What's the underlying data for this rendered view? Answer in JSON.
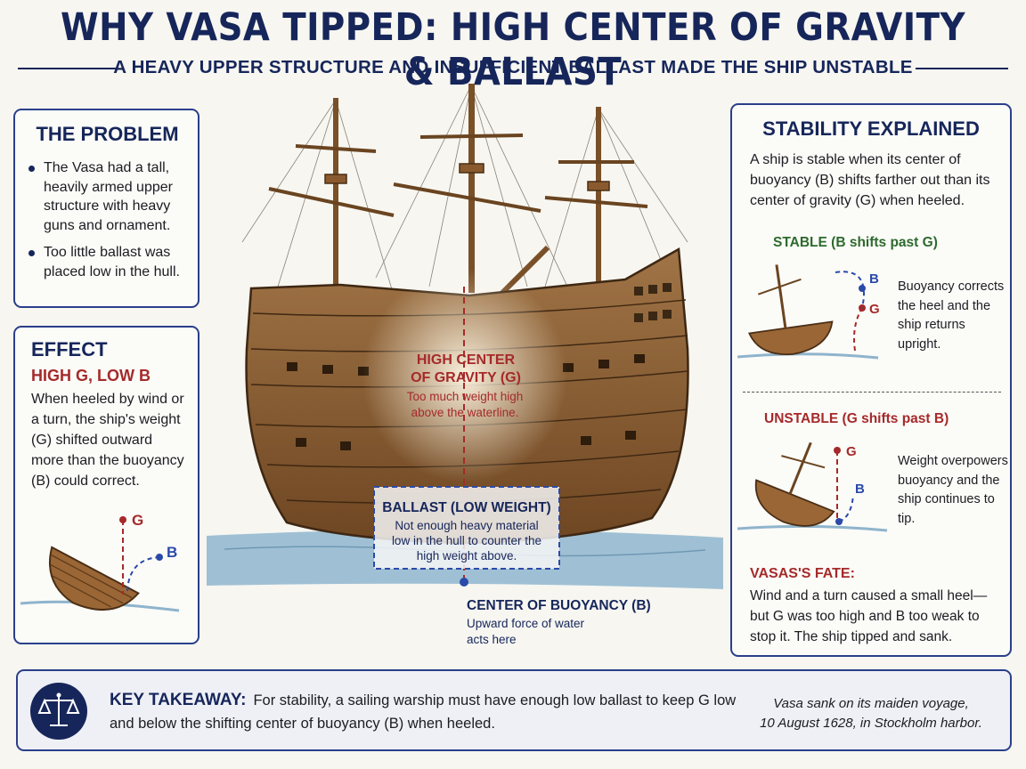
{
  "title": "WHY VASA TIPPED: HIGH CENTER OF GRAVITY & BALLAST",
  "subtitle": "A HEAVY UPPER STRUCTURE AND INSUFFICIENT BALLAST MADE THE SHIP UNSTABLE",
  "colors": {
    "navy": "#16265a",
    "red": "#a52a2a",
    "green": "#2d6a2d",
    "blue": "#2a4aa8",
    "wood": "#8a5a2e",
    "water": "#8fb4cc"
  },
  "problem": {
    "heading": "THE PROBLEM",
    "bullets": [
      "The Vasa had a tall, heavily armed upper structure with heavy guns and ornament.",
      "Too little ballast was placed low in the hull."
    ]
  },
  "effect": {
    "heading": "EFFECT",
    "subheading": "HIGH G, LOW B",
    "text": "When heeled by wind or a turn, the ship's weight (G) shifted outward more than the buoyancy (B) could correct.",
    "g_label": "G",
    "b_label": "B"
  },
  "ship": {
    "gravity_title": "HIGH CENTER OF GRAVITY (G)",
    "gravity_text": "Too much weight high above the waterline.",
    "ballast_title": "BALLAST (LOW WEIGHT)",
    "ballast_text": "Not enough heavy material low in the hull to counter the high weight above.",
    "buoyancy_title": "CENTER OF BUOYANCY (B)",
    "buoyancy_text": "Upward force of water acts here"
  },
  "stability": {
    "heading": "STABILITY EXPLAINED",
    "intro": "A ship is stable when its center of buoyancy (B) shifts farther out than its center of gravity (G) when heeled.",
    "stable_label": "STABLE (B shifts past G)",
    "stable_text": "Buoyancy corrects the heel and the ship returns upright.",
    "unstable_label": "UNSTABLE (G shifts past B)",
    "unstable_text": "Weight overpowers buoyancy and the ship continues to tip.",
    "fate_heading": "VASAS'S FATE:",
    "fate_text": "Wind and a turn caused a small heel—but G was too high and B too weak to stop it. The ship tipped and sank.",
    "g_label": "G",
    "b_label": "B"
  },
  "takeaway": {
    "icon": "balance-scale-icon",
    "label": "KEY TAKEAWAY:",
    "text_line1": "For stability, a sailing warship must have enough low ballast to keep G low",
    "text_line2": "and below the shifting center of buoyancy (B) when heeled.",
    "note_line1": "Vasa sank on its maiden voyage,",
    "note_line2": "10 August 1628, in Stockholm harbor."
  }
}
